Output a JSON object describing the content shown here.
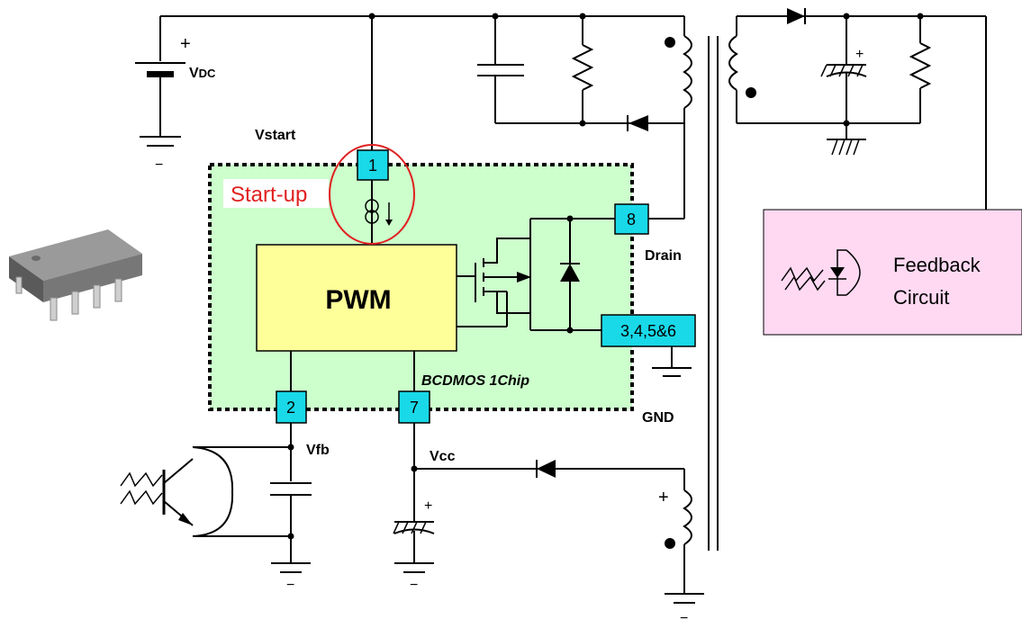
{
  "labels": {
    "vdc_main": "V",
    "vdc_sub": "DC",
    "vstart": "Vstart",
    "startup": "Start-up",
    "pwm": "PWM",
    "bcdmos": "BCDMOS 1Chip",
    "drain": "Drain",
    "gnd": "GND",
    "vfb": "Vfb",
    "vcc": "Vcc",
    "feedback_line1": "Feedback",
    "feedback_line2": "Circuit"
  },
  "pins": {
    "p1": "1",
    "p2": "2",
    "p7": "7",
    "p8": "8",
    "p3456": "3,4,5&6"
  },
  "polarity": {
    "vdc_plus": "+",
    "vdc_minus": "−",
    "cap_plus": "+",
    "winding_plus": "+",
    "gnd_minus": "−"
  },
  "colors": {
    "chip_fill": "#ccffcc",
    "pwm_fill": "#ffff99",
    "pin_fill": "#19d9e8",
    "feedback_fill": "#ffd9f2",
    "startup_red": "#e02020"
  }
}
